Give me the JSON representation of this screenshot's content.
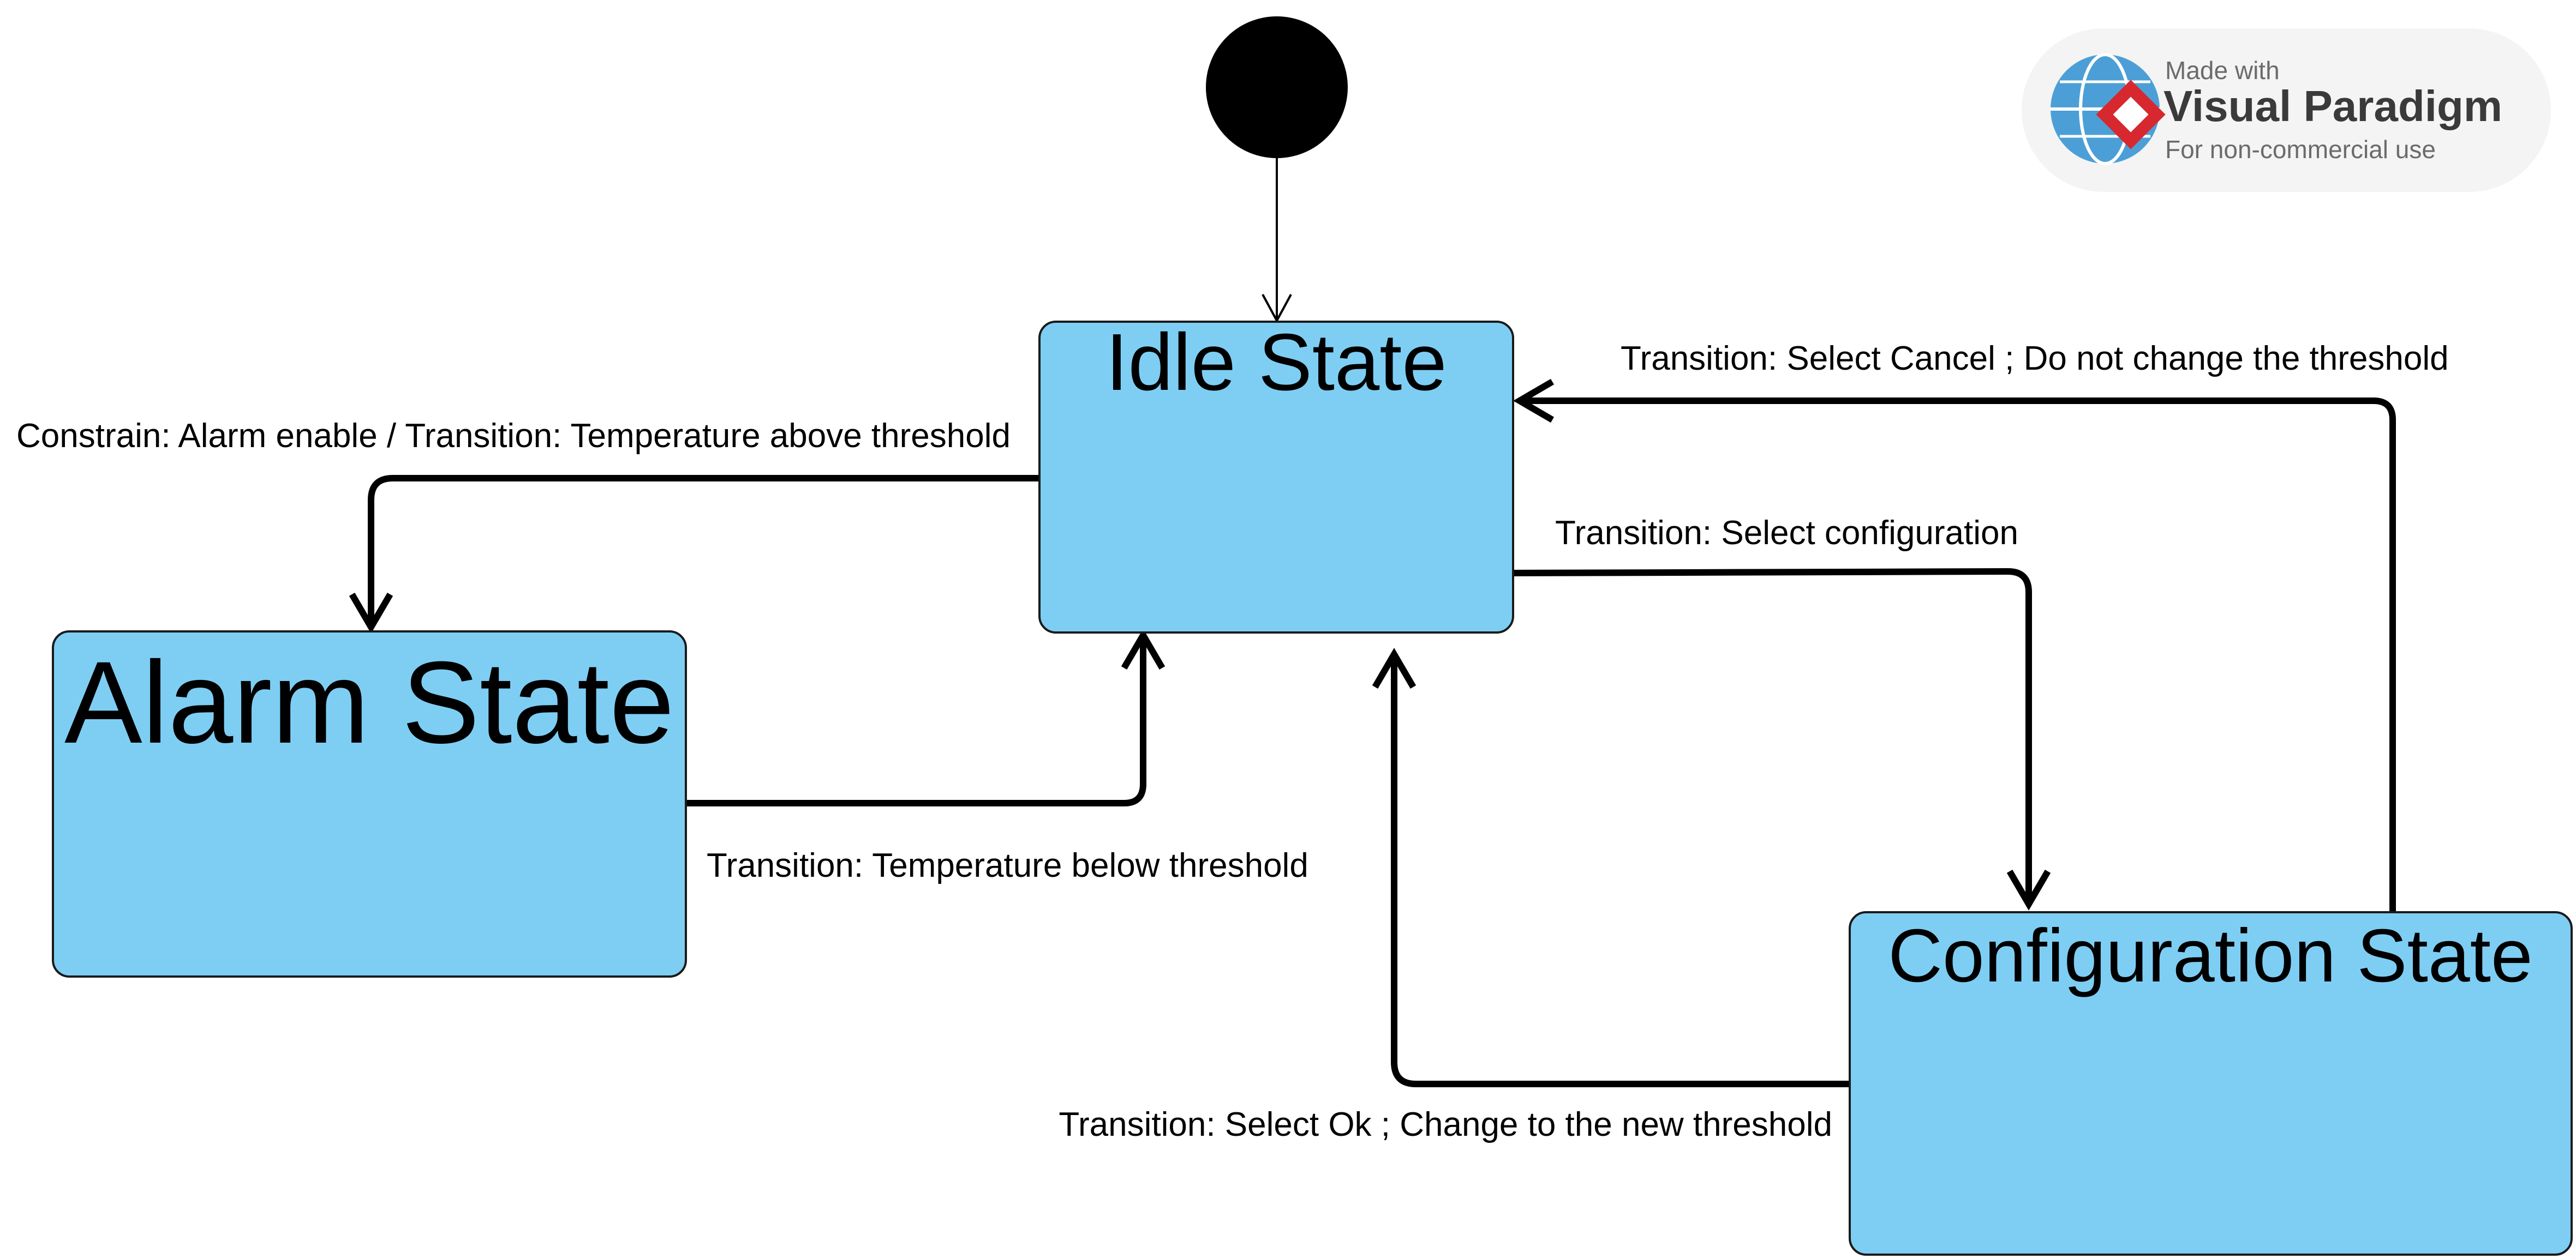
{
  "diagram": {
    "states": {
      "idle": {
        "label": "Idle State"
      },
      "alarm": {
        "label": "Alarm State"
      },
      "config": {
        "label": "Configuration State"
      }
    },
    "transitions": {
      "idle_to_alarm": "Constrain: Alarm enable / Transition: Temperature above threshold",
      "alarm_to_idle": "Transition: Temperature below threshold",
      "idle_to_config": "Transition: Select configuration",
      "config_to_idle_cancel": "Transition: Select Cancel ; Do not change the threshold",
      "config_to_idle_ok": "Transition: Select Ok ; Change to the new threshold"
    },
    "colors": {
      "state_fill": "#7ecef4",
      "state_stroke": "#1a1a1a",
      "edge": "#000000"
    }
  },
  "watermark": {
    "line1": "Made with",
    "line2": "Visual Paradigm",
    "line3": "For non-commercial use"
  }
}
